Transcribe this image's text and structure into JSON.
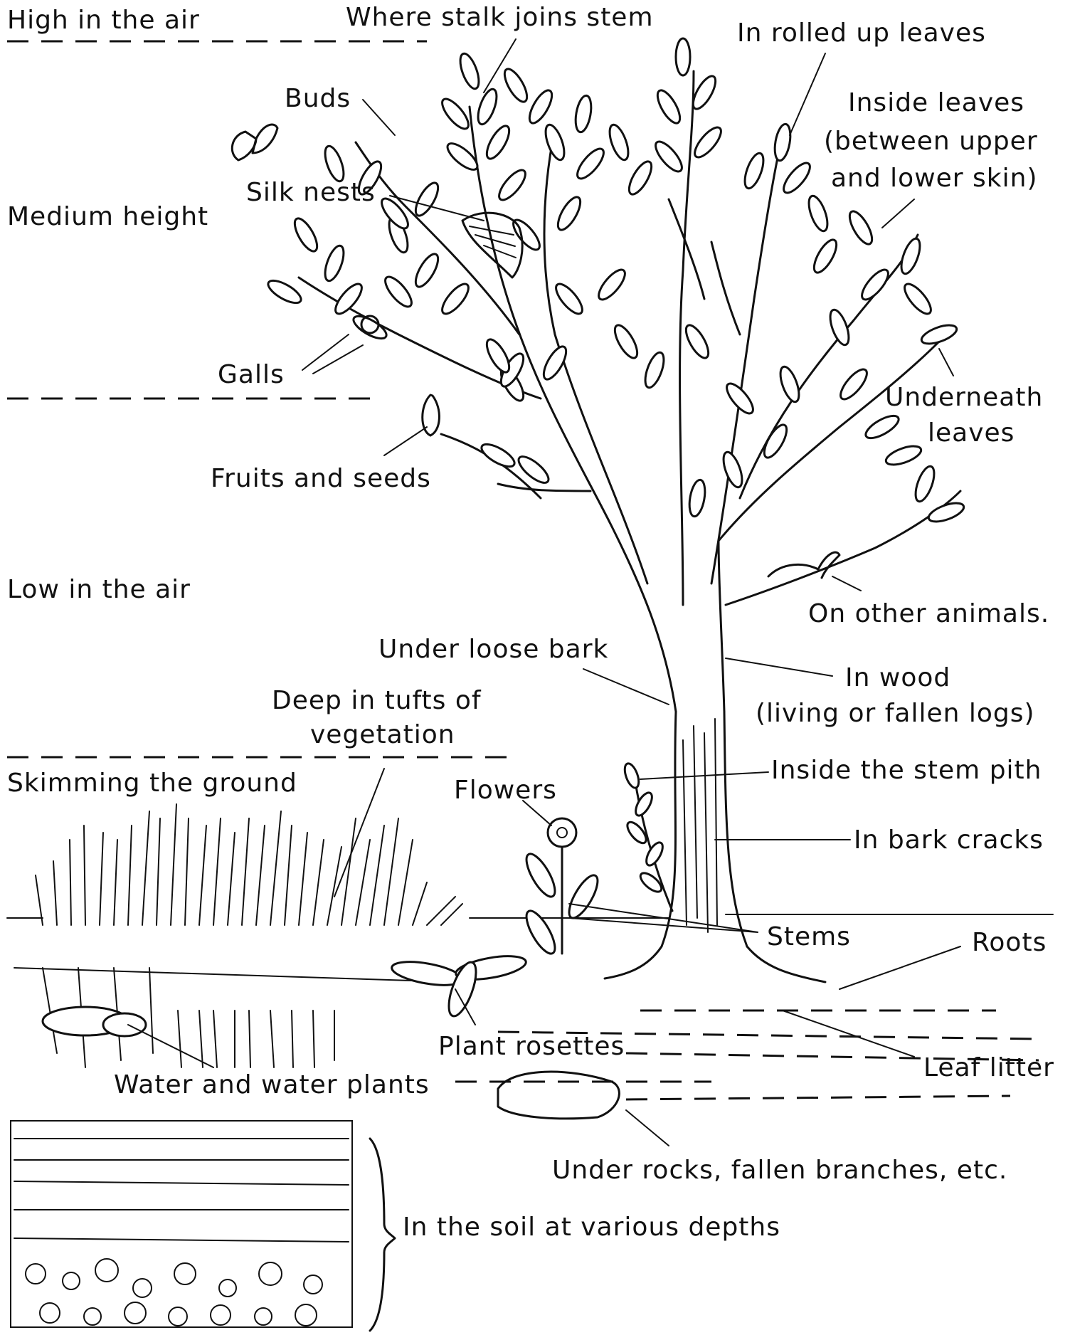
{
  "zones": {
    "high": "High in the air",
    "medium": "Medium height",
    "low": "Low in the air",
    "skimming": "Skimming the ground"
  },
  "labels": {
    "where_stalk": "Where stalk joins stem",
    "rolled_leaves": "In rolled up leaves",
    "buds": "Buds",
    "inside_leaves_1": "Inside leaves",
    "inside_leaves_2": "(between upper",
    "inside_leaves_3": "and lower skin)",
    "silk_nests": "Silk nests",
    "galls": "Galls",
    "underneath_1": "Underneath",
    "underneath_2": "leaves",
    "fruits_seeds": "Fruits and seeds",
    "other_animals": "On other animals.",
    "loose_bark": "Under loose bark",
    "in_wood_1": "In wood",
    "in_wood_2": "(living or fallen logs)",
    "tufts_1": "Deep in tufts of",
    "tufts_2": "vegetation",
    "stem_pith": "Inside the stem pith",
    "flowers": "Flowers",
    "bark_cracks": "In bark cracks",
    "stems": "Stems",
    "roots": "Roots",
    "plant_rosettes": "Plant rosettes",
    "leaf_litter": "Leaf litter",
    "water": "Water and water plants",
    "under_rocks": "Under rocks, fallen branches, etc.",
    "soil": "In the soil at various depths"
  }
}
